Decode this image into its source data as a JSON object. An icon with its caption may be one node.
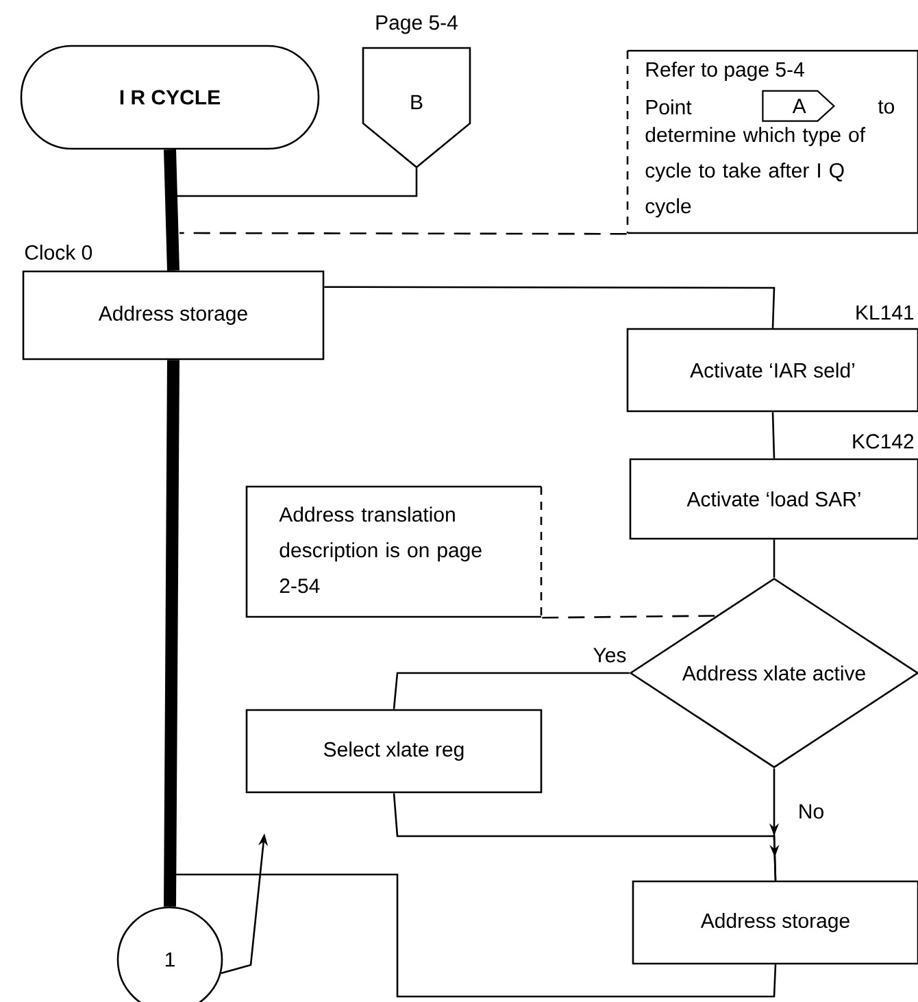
{
  "diagram": {
    "nodes": [
      {
        "text": [
          "I R CYCLE"
        ]
      },
      {
        "text": [
          "B"
        ],
        "beside": [
          "Page 5-4"
        ]
      },
      {
        "text": [
          "Refer to page 5-4",
          "Point",
          "to",
          "determine which type of cycle to take after I Q cycle"
        ]
      },
      {
        "text": [
          "A"
        ],
        "in": 2
      },
      {
        "text": [
          "Address storage"
        ],
        "beside": [
          "Clock 0"
        ]
      },
      {
        "text": [
          "Activate ‘IAR seld’"
        ],
        "beside": [
          "KL141"
        ]
      },
      {
        "text": [
          "Activate ‘load SAR’"
        ],
        "beside": [
          "KC142"
        ]
      },
      {
        "text": [
          "Address translation description is on page 2-54"
        ]
      },
      {
        "text": [
          "Address xlate active"
        ]
      },
      {
        "text": [
          "Select xlate reg"
        ]
      },
      {
        "text": [
          "Address storage"
        ]
      },
      {
        "text": [
          "1"
        ]
      }
    ],
    "edges": [
      {
        "from": 0,
        "to": 4,
        "arrow": "none",
        "style": "thick"
      },
      {
        "from": 4,
        "to": 11,
        "arrow": "none",
        "style": "thick"
      },
      {
        "from": 1,
        "to": 4,
        "arrow": "none"
      },
      {
        "from": 2,
        "to": null,
        "arrow": "none",
        "style": "dashed"
      },
      {
        "from": 4,
        "to": 5,
        "arrow": "none"
      },
      {
        "from": 5,
        "to": 6,
        "arrow": "none"
      },
      {
        "from": 6,
        "to": 8,
        "arrow": "none"
      },
      {
        "from": 7,
        "to": 8,
        "arrow": "none",
        "style": "dashed"
      },
      {
        "from": 8,
        "to": 9,
        "arrow": "none",
        "label": "Yes"
      },
      {
        "from": 8,
        "to": 10,
        "arrow": "to",
        "label": "No"
      },
      {
        "from": 9,
        "to": 10,
        "arrow": "to"
      },
      {
        "from": 10,
        "to": 11,
        "arrow": "none"
      },
      {
        "from": 11,
        "to": null,
        "arrow": "to"
      }
    ]
  }
}
